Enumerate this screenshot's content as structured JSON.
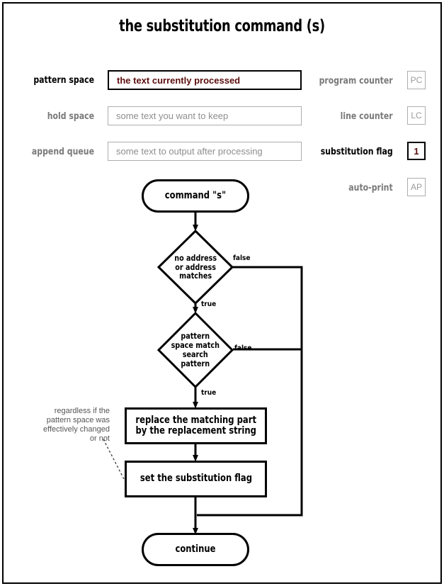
{
  "title": "the substitution command (s)",
  "registers": {
    "left_fields": [
      {
        "label": "pattern space",
        "value": "the text currently processed",
        "active": true
      },
      {
        "label": "hold space",
        "value": "some text you want to keep",
        "active": false
      },
      {
        "label": "append queue",
        "value": "some text to output after processing",
        "active": false
      }
    ],
    "right_fields": [
      {
        "label": "program counter",
        "value": "PC",
        "active": false
      },
      {
        "label": "line counter",
        "value": "LC",
        "active": false
      },
      {
        "label": "substitution flag",
        "value": "1",
        "active": true
      },
      {
        "label": "auto-print",
        "value": "AP",
        "active": false
      }
    ]
  },
  "flowchart": {
    "type": "flowchart",
    "nodes": [
      {
        "id": "start",
        "shape": "terminal",
        "text": "command \"s\""
      },
      {
        "id": "cond1",
        "shape": "decision",
        "text": "no address\nor address\nmatches"
      },
      {
        "id": "cond2",
        "shape": "decision",
        "text": "pattern\nspace match\nsearch\npattern"
      },
      {
        "id": "replace",
        "shape": "process",
        "text": "replace the matching part\nby the replacement string"
      },
      {
        "id": "setflag",
        "shape": "process",
        "text": "set the substitution flag"
      },
      {
        "id": "end",
        "shape": "terminal",
        "text": "continue"
      }
    ],
    "edges": [
      {
        "from": "start",
        "to": "cond1",
        "label": ""
      },
      {
        "from": "cond1",
        "to": "cond2",
        "label": "true"
      },
      {
        "from": "cond1",
        "to": "end",
        "label": "false"
      },
      {
        "from": "cond2",
        "to": "replace",
        "label": "true"
      },
      {
        "from": "cond2",
        "to": "end",
        "label": "false"
      },
      {
        "from": "replace",
        "to": "setflag",
        "label": ""
      },
      {
        "from": "setflag",
        "to": "end",
        "label": ""
      }
    ],
    "edge_labels": {
      "cond1_true": "true",
      "cond1_false": "false",
      "cond2_true": "true",
      "cond2_false": "false"
    },
    "annotation": {
      "text": "regardless if the\npattern space was\neffectively changed\nor not",
      "points_to": "setflag"
    }
  },
  "colors": {
    "accent": "#5c0d0d",
    "muted": "#8e8e8e",
    "border": "#adadad",
    "ink": "#000000",
    "annotation": "#555555"
  }
}
